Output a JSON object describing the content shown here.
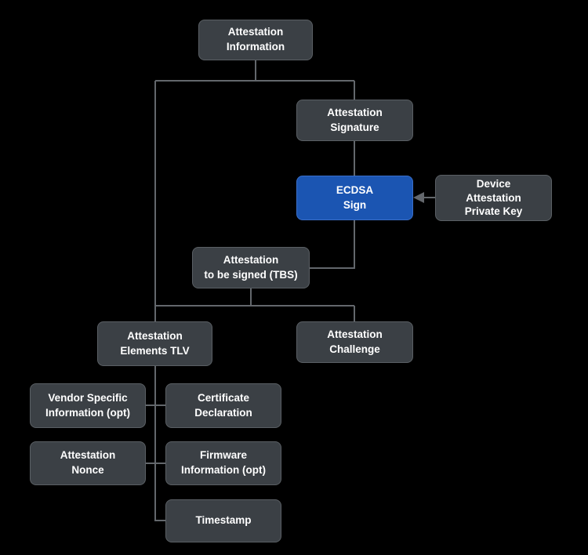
{
  "colors": {
    "background": "#000000",
    "node_fill": "#3b4045",
    "node_border": "#5a5f64",
    "accent_fill": "#1b55b2",
    "accent_border": "#3a6fc9",
    "connector": "#63676c",
    "text": "#ffffff"
  },
  "nodes": {
    "attestation_information": {
      "label": "Attestation\nInformation"
    },
    "attestation_signature": {
      "label": "Attestation\nSignature"
    },
    "ecdsa_sign": {
      "label": "ECDSA\nSign"
    },
    "device_attestation_private_key": {
      "label": "Device\nAttestation\nPrivate Key"
    },
    "attestation_tbs": {
      "label": "Attestation\nto be signed (TBS)"
    },
    "attestation_elements_tlv": {
      "label": "Attestation\nElements TLV"
    },
    "attestation_challenge": {
      "label": "Attestation\nChallenge"
    },
    "vendor_specific_information": {
      "label": "Vendor Specific\nInformation (opt)"
    },
    "certificate_declaration": {
      "label": "Certificate\nDeclaration"
    },
    "attestation_nonce": {
      "label": "Attestation\nNonce"
    },
    "firmware_information": {
      "label": "Firmware\nInformation (opt)"
    },
    "timestamp": {
      "label": "Timestamp"
    }
  },
  "edges": [
    {
      "from": "attestation_information",
      "to": "attestation_signature"
    },
    {
      "from": "attestation_information",
      "to": "attestation_elements_tlv"
    },
    {
      "from": "attestation_signature",
      "to": "ecdsa_sign"
    },
    {
      "from": "device_attestation_private_key",
      "to": "ecdsa_sign",
      "arrow": true
    },
    {
      "from": "ecdsa_sign",
      "to": "attestation_tbs"
    },
    {
      "from": "attestation_tbs",
      "to": "attestation_elements_tlv"
    },
    {
      "from": "attestation_tbs",
      "to": "attestation_challenge"
    },
    {
      "from": "attestation_elements_tlv",
      "to": "vendor_specific_information"
    },
    {
      "from": "attestation_elements_tlv",
      "to": "certificate_declaration"
    },
    {
      "from": "attestation_elements_tlv",
      "to": "attestation_nonce"
    },
    {
      "from": "attestation_elements_tlv",
      "to": "firmware_information"
    },
    {
      "from": "attestation_elements_tlv",
      "to": "timestamp"
    }
  ]
}
